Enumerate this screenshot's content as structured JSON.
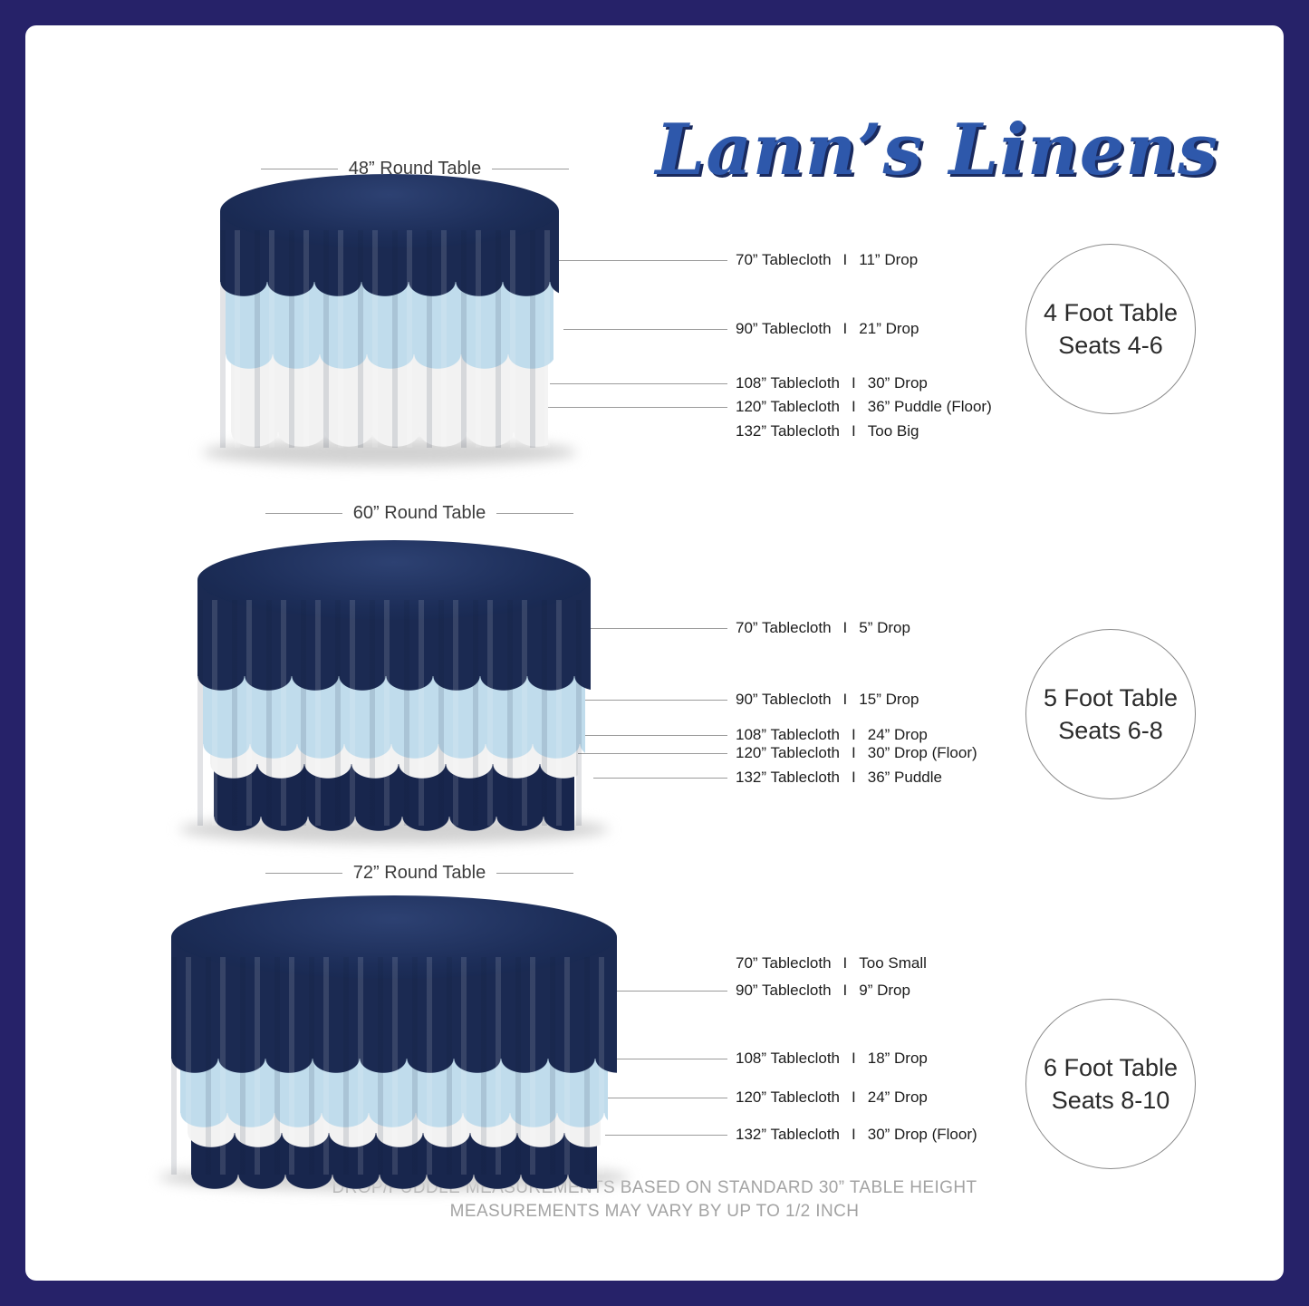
{
  "logo": {
    "text": "Lann’s Linens"
  },
  "separator": "I",
  "colors": {
    "brand_navy": "#1b2a52",
    "brand_blue": "#2e58ab",
    "cloth_light_blue": "#c0dcec",
    "cloth_white": "#f2f2f2",
    "frame": "#262269"
  },
  "sections": [
    {
      "table_label": "48” Round Table",
      "seating": {
        "line1": "4 Foot Table",
        "line2": "Seats 4-6"
      },
      "rows": [
        {
          "cloth": "70” Tablecloth",
          "result": "11” Drop"
        },
        {
          "cloth": "90” Tablecloth",
          "result": "21” Drop"
        },
        {
          "cloth": "108” Tablecloth",
          "result": "30” Drop"
        },
        {
          "cloth": "120” Tablecloth",
          "result": "36” Puddle  (Floor)"
        },
        {
          "cloth": "132” Tablecloth",
          "result": "Too Big"
        }
      ]
    },
    {
      "table_label": "60” Round Table",
      "seating": {
        "line1": "5 Foot Table",
        "line2": "Seats 6-8"
      },
      "rows": [
        {
          "cloth": "70” Tablecloth",
          "result": "5” Drop"
        },
        {
          "cloth": "90” Tablecloth",
          "result": "15” Drop"
        },
        {
          "cloth": "108” Tablecloth",
          "result": "24” Drop"
        },
        {
          "cloth": "120” Tablecloth",
          "result": "30” Drop  (Floor)"
        },
        {
          "cloth": "132” Tablecloth",
          "result": "36” Puddle"
        }
      ]
    },
    {
      "table_label": "72” Round Table",
      "seating": {
        "line1": "6 Foot Table",
        "line2": "Seats 8-10"
      },
      "rows": [
        {
          "cloth": "70” Tablecloth",
          "result": "Too Small"
        },
        {
          "cloth": "90” Tablecloth",
          "result": "9” Drop"
        },
        {
          "cloth": "108” Tablecloth",
          "result": "18” Drop"
        },
        {
          "cloth": "120” Tablecloth",
          "result": "24” Drop"
        },
        {
          "cloth": "132” Tablecloth",
          "result": "30” Drop (Floor)"
        }
      ]
    }
  ],
  "footer": {
    "line1": "DROP/PUDDLE MEASUREMENTS BASED ON STANDARD 30” TABLE HEIGHT",
    "line2": "MEASUREMENTS MAY VARY BY UP TO 1/2 INCH"
  }
}
